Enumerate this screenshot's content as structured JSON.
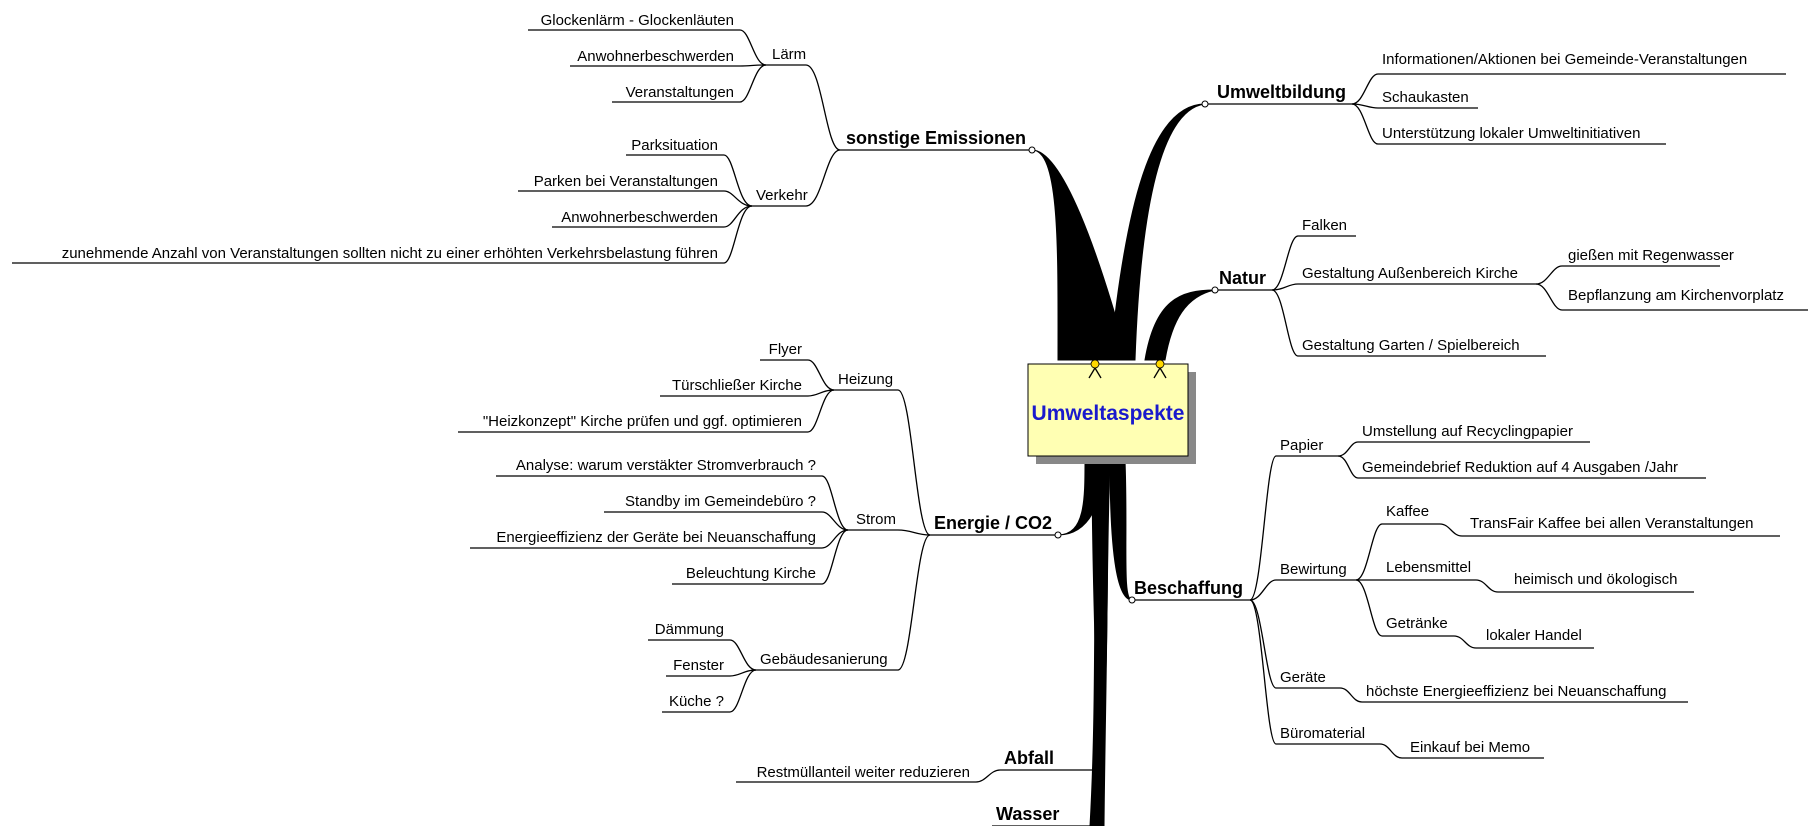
{
  "center": {
    "title": "Umweltaspekte"
  },
  "branches": {
    "sonstige": {
      "label": "sonstige Emissionen",
      "laerm": {
        "label": "Lärm",
        "items": [
          "Glockenlärm - Glockenläuten",
          "Anwohnerbeschwerden",
          "Veranstaltungen"
        ]
      },
      "verkehr": {
        "label": "Verkehr",
        "items": [
          "Parksituation",
          "Parken bei Veranstaltungen",
          "Anwohnerbeschwerden",
          "zunehmende Anzahl von Veranstaltungen sollten nicht zu einer erhöhten Verkehrsbelastung führen"
        ]
      }
    },
    "energie": {
      "label": "Energie / CO2",
      "heizung": {
        "label": "Heizung",
        "items": [
          "Flyer",
          "Türschließer Kirche",
          "\"Heizkonzept\" Kirche prüfen und ggf. optimieren"
        ]
      },
      "strom": {
        "label": "Strom",
        "items": [
          "Analyse: warum verstäkter Stromverbrauch ?",
          "Standby im Gemeindebüro ?",
          "Energieeffizienz der Geräte bei Neuanschaffung",
          "Beleuchtung Kirche"
        ]
      },
      "gebaeude": {
        "label": "Gebäudesanierung",
        "items": [
          "Dämmung",
          "Fenster",
          "Küche ?"
        ]
      }
    },
    "abfall": {
      "label": "Abfall",
      "items": [
        "Restmüllanteil weiter reduzieren"
      ]
    },
    "wasser": {
      "label": "Wasser"
    },
    "umweltbildung": {
      "label": "Umweltbildung",
      "items": [
        "Informationen/Aktionen bei Gemeinde-Veranstaltungen",
        "Schaukasten",
        "Unterstützung lokaler Umweltinitiativen"
      ]
    },
    "natur": {
      "label": "Natur",
      "falken": "Falken",
      "aussen": {
        "label": "Gestaltung Außenbereich Kirche",
        "items": [
          "gießen mit Regenwasser",
          "Bepflanzung am Kirchenvorplatz"
        ]
      },
      "garten": "Gestaltung Garten / Spielbereich"
    },
    "beschaffung": {
      "label": "Beschaffung",
      "papier": {
        "label": "Papier",
        "items": [
          "Umstellung auf Recyclingpapier",
          "Gemeindebrief Reduktion auf 4 Ausgaben /Jahr"
        ]
      },
      "bewirtung": {
        "label": "Bewirtung",
        "kaffee": {
          "label": "Kaffee",
          "item": "TransFair Kaffee bei allen Veranstaltungen"
        },
        "lebensmittel": {
          "label": "Lebensmittel",
          "item": "heimisch und ökologisch"
        },
        "getraenke": {
          "label": "Getränke",
          "item": "lokaler Handel"
        }
      },
      "geraete": {
        "label": "Geräte",
        "item": "höchste Energieeffizienz bei Neuanschaffung"
      },
      "bueromaterial": {
        "label": "Büromaterial",
        "item": "Einkauf bei Memo"
      }
    }
  },
  "colors": {
    "center_fill": "#ffffb3",
    "center_shadow": "#888888",
    "center_text": "#1a1acc",
    "lines": "#000000"
  }
}
